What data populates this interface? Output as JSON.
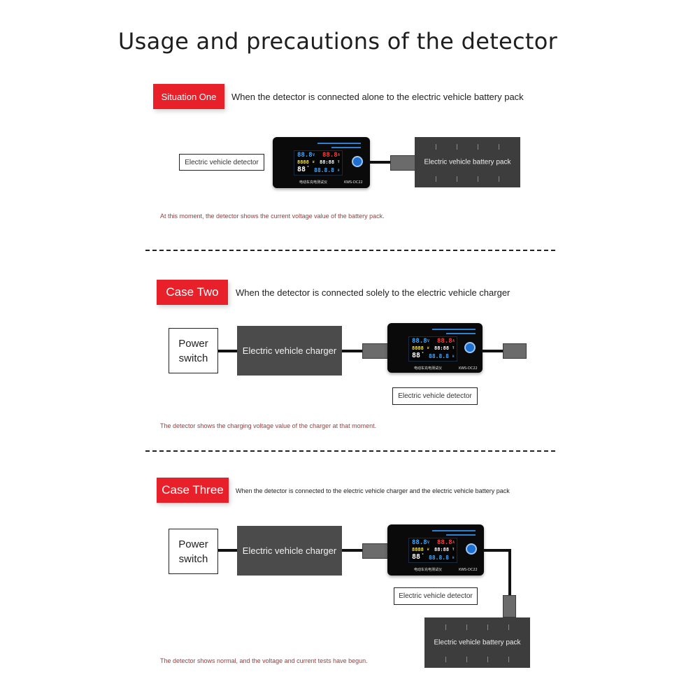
{
  "title": "Usage and precautions of the detector",
  "sections": [
    {
      "tag": "Situation One",
      "description": "When the detector is connected alone to the electric vehicle battery pack",
      "detector_label": "Electric vehicle detector",
      "battery_label": "Electric vehicle battery pack",
      "note": "At this moment, the detector shows the current voltage value of the battery pack."
    },
    {
      "tag": "Case Two",
      "description": "When the detector is connected solely to the electric vehicle charger",
      "power_switch": [
        "Power",
        "switch"
      ],
      "charger_label": "Electric vehicle charger",
      "detector_label": "Electric vehicle detector",
      "note": "The detector shows the charging voltage value of the charger at that moment."
    },
    {
      "tag": "Case Three",
      "description": "When the detector is connected to the electric vehicle charger and the electric vehicle battery pack",
      "power_switch": [
        "Power",
        "switch"
      ],
      "charger_label": "Electric vehicle charger",
      "detector_label": "Electric vehicle detector",
      "battery_label": "Electric vehicle battery pack",
      "note": "The detector shows normal, and the voltage and current tests have begun."
    }
  ],
  "detector_device": {
    "model": "KWS-DC22",
    "chinese_label": "电动车充电测试仪",
    "readings": {
      "voltage": "88.8",
      "voltage_unit": "V",
      "current": "88.8",
      "current_unit": "A",
      "power": "8888",
      "power_unit": "W",
      "time": "88:88",
      "time_unit": "T",
      "temp": "88",
      "temp_unit": "°",
      "capacity": "88.8.8",
      "capacity_unit": "H"
    },
    "colors": {
      "voltage": "#3fa9ff",
      "current": "#ff3b3b",
      "power": "#f2e23a",
      "time": "#ffffff",
      "temp": "#ffffff",
      "capacity": "#3fa9ff"
    }
  },
  "colors": {
    "tag_bg": "#e8202a",
    "note_text": "#a33a3a",
    "charger_bg": "#4b4b4b",
    "battery_bg": "#3d3d3d"
  }
}
